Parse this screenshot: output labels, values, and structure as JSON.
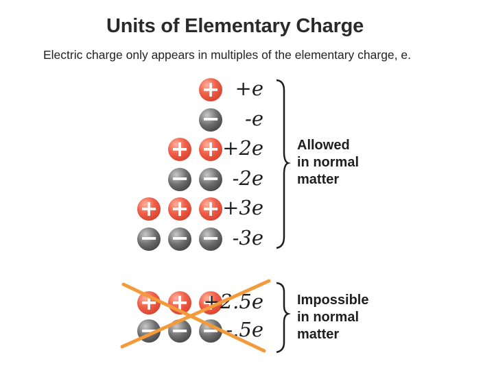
{
  "title": "Units of Elementary Charge",
  "subtitle": "Electric charge only appears in multiples of the elementary charge, e.",
  "symbols": {
    "positive": "+",
    "negative": "−"
  },
  "allowed": {
    "rows": [
      {
        "count": 1,
        "sign": "positive",
        "label": "+e"
      },
      {
        "count": 1,
        "sign": "negative",
        "label": "-e"
      },
      {
        "count": 2,
        "sign": "positive",
        "label": "+2e"
      },
      {
        "count": 2,
        "sign": "negative",
        "label": "-2e"
      },
      {
        "count": 3,
        "sign": "positive",
        "label": "+3e"
      },
      {
        "count": 3,
        "sign": "negative",
        "label": "-3e"
      }
    ],
    "text": [
      "Allowed",
      "in normal",
      "matter"
    ]
  },
  "impossible": {
    "rows": [
      {
        "count": 3,
        "sign": "positive",
        "label": "+2.5e"
      },
      {
        "count": 3,
        "sign": "negative",
        "label": "-.5e"
      }
    ],
    "text": [
      "Impossible",
      "in normal",
      "matter"
    ],
    "crossed_out": true
  },
  "colors": {
    "positive": "#e8503a",
    "negative": "#555555",
    "cross": "#f39a3a",
    "text": "#1e1e1e"
  }
}
